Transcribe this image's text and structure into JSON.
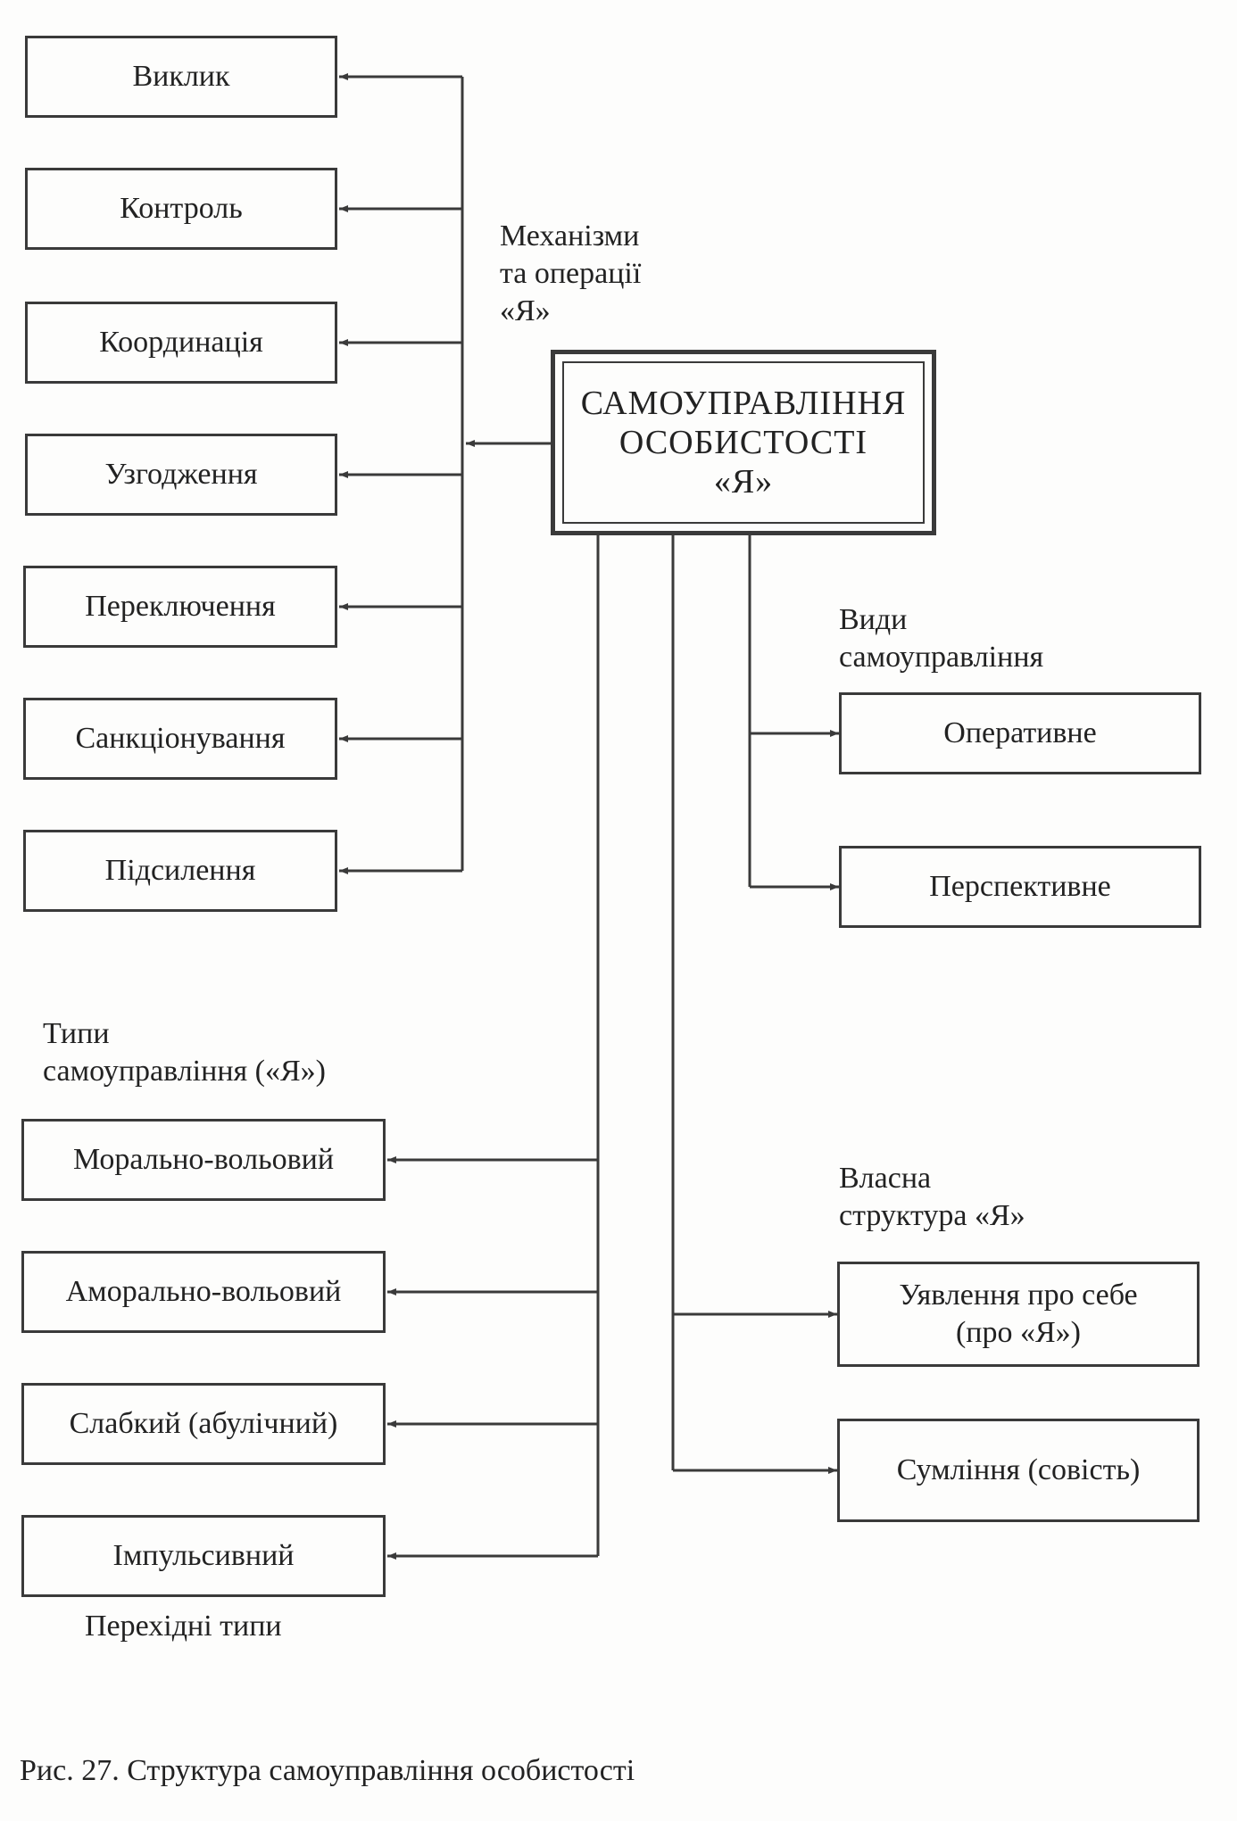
{
  "center": {
    "line1": "САМОУПРАВЛІННЯ",
    "line2": "ОСОБИСТОСТІ",
    "line3": "«Я»"
  },
  "mechanisms": {
    "heading": "Механізми\nта операції\n«Я»",
    "items": [
      "Виклик",
      "Контроль",
      "Координація",
      "Узгодження",
      "Переключення",
      "Санкціонування",
      "Підсилення"
    ]
  },
  "kinds": {
    "heading": "Види\nсамоуправління",
    "items": [
      "Оперативне",
      "Перспективне"
    ]
  },
  "own_structure": {
    "heading": "Власна\nструктура «Я»",
    "items": [
      "Уявлення про себе\n(про «Я»)",
      "Сумління (совість)"
    ]
  },
  "types": {
    "heading": "Типи\nсамоуправління («Я»)",
    "items": [
      "Морально-вольовий",
      "Аморально-вольовий",
      "Слабкий (абулічний)",
      "Імпульсивний"
    ],
    "footnote": "Перехідні типи"
  },
  "caption": "Рис. 27. Структура самоуправління особистості",
  "colors": {
    "line": "#3a3a3a",
    "text": "#222222",
    "paper": "#fdfdfc"
  }
}
